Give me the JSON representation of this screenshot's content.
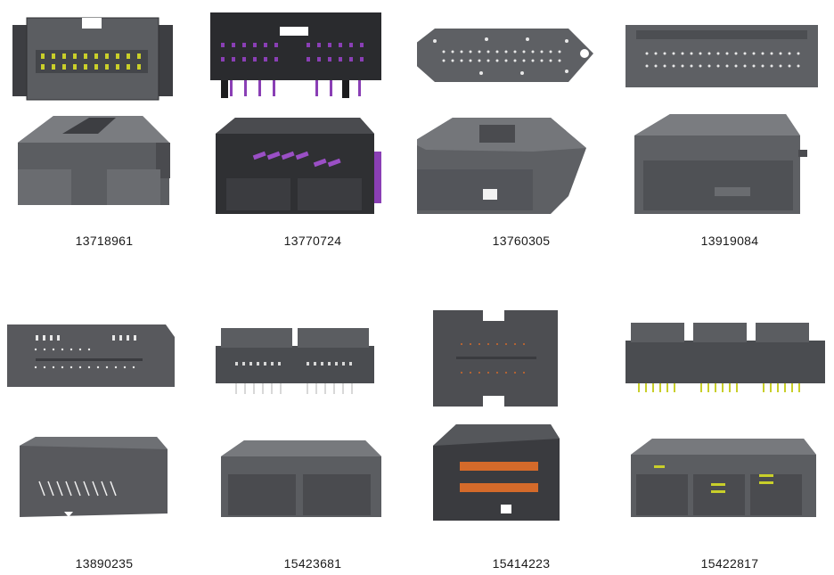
{
  "catalog": {
    "parts": [
      {
        "part_number": "13718961",
        "pin_color": "#c9cf2a",
        "body_color": "#5b5d61"
      },
      {
        "part_number": "13770724",
        "pin_color": "#8a3fb5",
        "body_color": "#2a2b2e"
      },
      {
        "part_number": "13760305",
        "pin_color": "#e8e8e8",
        "body_color": "#5e6064"
      },
      {
        "part_number": "13919084",
        "pin_color": "#e8e8e8",
        "body_color": "#5e6064"
      },
      {
        "part_number": "13890235",
        "pin_color": "#e8e8e8",
        "body_color": "#58595d"
      },
      {
        "part_number": "15423681",
        "pin_color": "#d8d8d8",
        "body_color": "#5b5d61"
      },
      {
        "part_number": "15414223",
        "pin_color": "#d46a2a",
        "body_color": "#3a3b3f"
      },
      {
        "part_number": "15422817",
        "pin_color": "#c9cf2a",
        "body_color": "#5b5d61"
      }
    ]
  }
}
